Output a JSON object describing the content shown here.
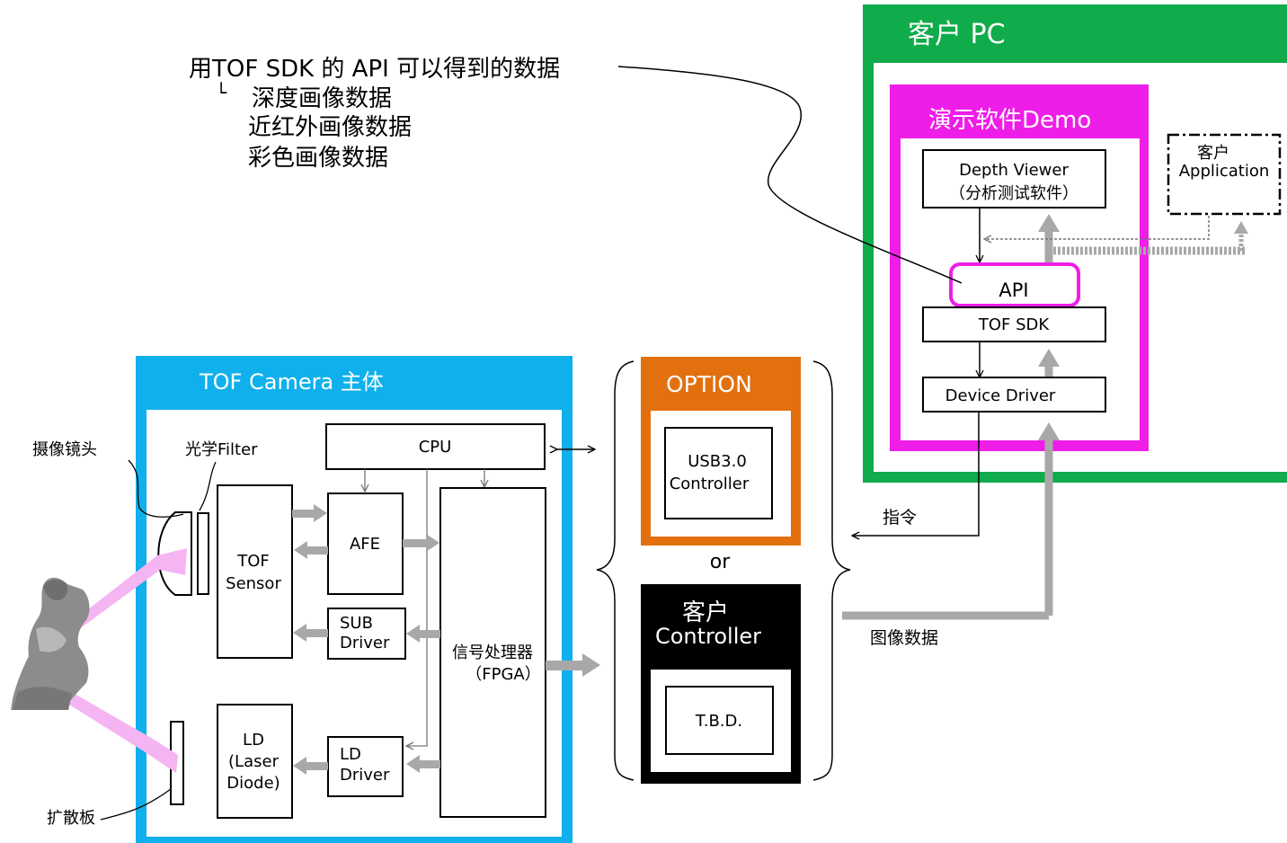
{
  "annotation": {
    "heading": "用TOF SDK 的 API 可以得到的数据",
    "tree_mark": "└",
    "items": [
      "深度画像数据",
      "近红外画像数据",
      "彩色画像数据"
    ]
  },
  "customer_pc": {
    "title": "客户 PC",
    "demo": {
      "title": "演示软件Demo",
      "depth_viewer": [
        "Depth Viewer",
        "（分析测试软件）"
      ],
      "api": "API",
      "tof_sdk": "TOF SDK",
      "device_driver": "Device Driver"
    },
    "customer_app": [
      "客户",
      "Application"
    ]
  },
  "camera": {
    "title": "TOF Camera 主体",
    "lens_label": "摄像镜头",
    "filter_label": "光学Filter",
    "diffuser_label": "扩散板",
    "cpu": "CPU",
    "afe": "AFE",
    "tof_sensor": [
      "TOF",
      "Sensor"
    ],
    "sub_driver": [
      "SUB",
      "Driver"
    ],
    "fpga": [
      "信号处理器",
      "（FPGA）"
    ],
    "ld": [
      "LD",
      "(Laser",
      "Diode)"
    ],
    "ld_driver": [
      "LD",
      "Driver"
    ]
  },
  "option": {
    "title": "OPTION",
    "usb_controller": [
      "USB3.0",
      "Controller"
    ],
    "or": "or"
  },
  "customer_controller": {
    "title": [
      "客户",
      "Controller"
    ],
    "tbd": "T.B.D."
  },
  "arrows": {
    "command": "指令",
    "image_data": "图像数据"
  },
  "colors": {
    "pc_green": "#10ab4a",
    "demo_magenta": "#ee1ee8",
    "camera_blue": "#0fb0eb",
    "option_orange": "#e2700f",
    "controller_black": "#000000",
    "arrow_gray": "#a8a8a8",
    "beam_pink": "#f5b4f2"
  }
}
